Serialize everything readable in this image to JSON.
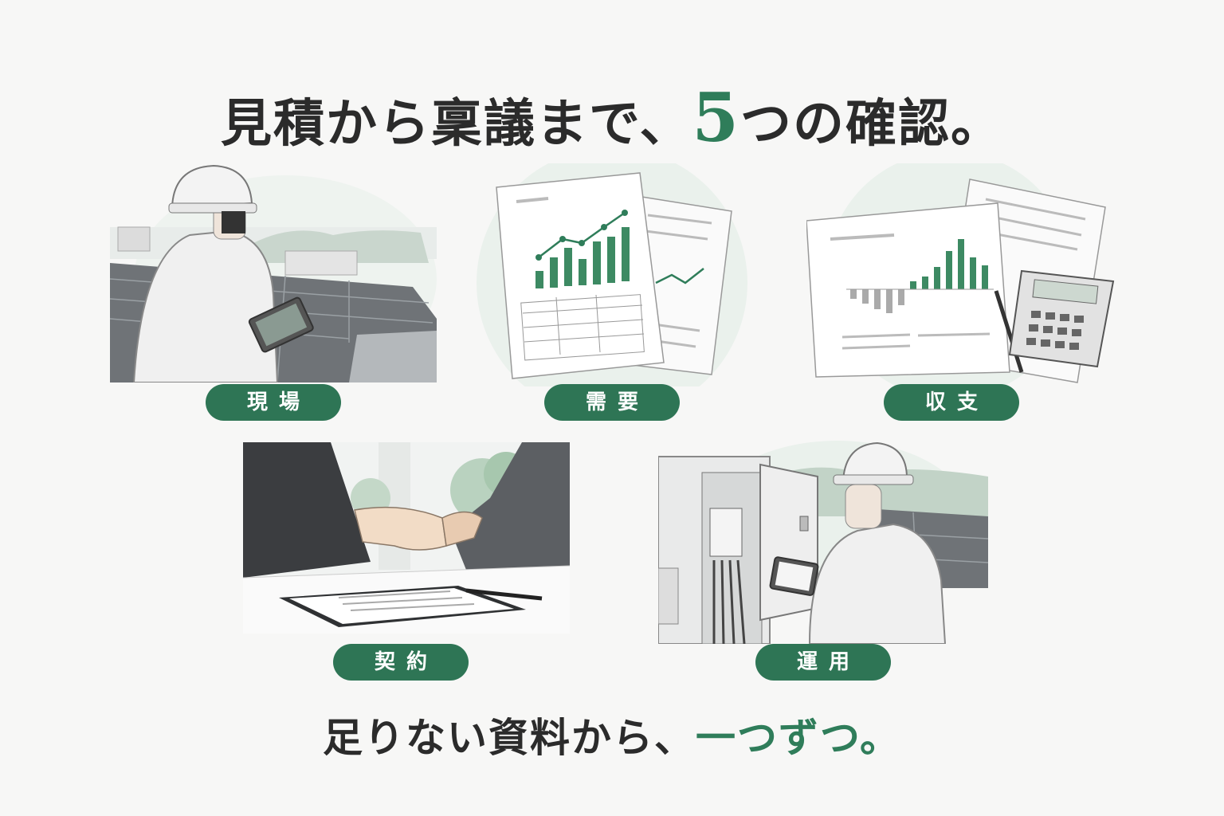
{
  "headline": {
    "part1": "見積から稟議まで、",
    "number": "5",
    "part2": "つの確認。"
  },
  "steps": [
    {
      "label": "現場",
      "icon": "site-inspection-illustration"
    },
    {
      "label": "需要",
      "icon": "demand-report-illustration"
    },
    {
      "label": "収支",
      "icon": "financials-calculator-illustration"
    },
    {
      "label": "契約",
      "icon": "contract-handshake-illustration"
    },
    {
      "label": "運用",
      "icon": "operation-inspection-illustration"
    }
  ],
  "footer": {
    "part1": "足りない資料から、",
    "accent": "一つずつ。"
  },
  "colors": {
    "accent": "#2f7d5a",
    "pill": "#2e7555",
    "background": "#f7f7f6",
    "text": "#2b2b2b"
  }
}
